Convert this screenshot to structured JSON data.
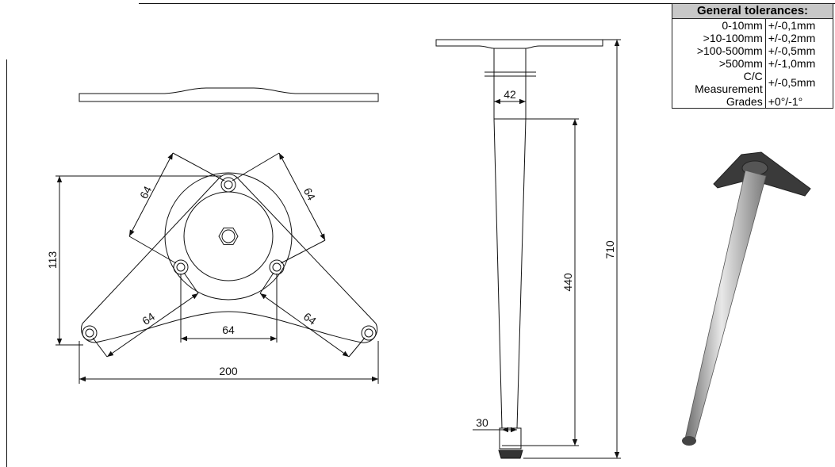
{
  "tolerances": {
    "title": "General tolerances:",
    "rows": [
      {
        "range": "0-10mm",
        "value": "+/-0,1mm"
      },
      {
        "range": ">10-100mm",
        "value": "+/-0,2mm"
      },
      {
        "range": ">100-500mm",
        "value": "+/-0,5mm"
      },
      {
        "range": ">500mm",
        "value": "+/-1,0mm"
      },
      {
        "range": "C/C Measurement",
        "value": "+/-0,5mm"
      },
      {
        "range": "Grades",
        "value": "+0°/-1°"
      }
    ]
  },
  "plate_view": {
    "dim_height": "113",
    "dim_width": "200",
    "dim_hole_spacing_bottom": "64",
    "dim_diag_top_left": "64",
    "dim_diag_top_right": "64",
    "dim_diag_bottom_left": "64",
    "dim_diag_bottom_right": "64"
  },
  "leg_view": {
    "dim_top_diameter": "42",
    "dim_bottom_diameter": "30",
    "dim_taper_length": "440",
    "dim_total_height": "710"
  }
}
